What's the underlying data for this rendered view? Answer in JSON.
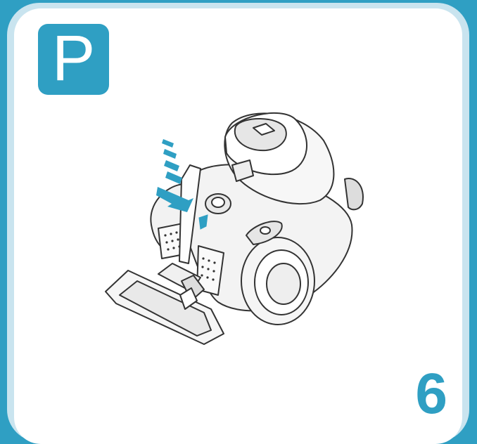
{
  "badge": {
    "letter": "P"
  },
  "step": {
    "number": "6"
  },
  "colors": {
    "accent": "#2f9fc3",
    "frame": "#c9e4ef",
    "card": "#ffffff",
    "line": "#333333"
  },
  "icons": [
    "vacuum-cleaner-illustration",
    "insert-arrow-icon"
  ]
}
